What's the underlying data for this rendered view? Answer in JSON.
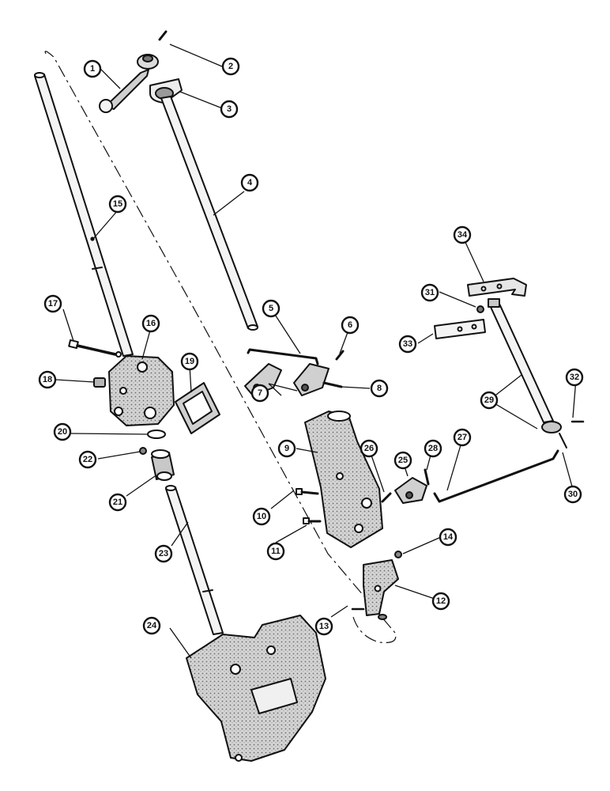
{
  "callouts": [
    {
      "id": "c1",
      "label": "1"
    },
    {
      "id": "c2",
      "label": "2"
    },
    {
      "id": "c3",
      "label": "3"
    },
    {
      "id": "c4",
      "label": "4"
    },
    {
      "id": "c5",
      "label": "5"
    },
    {
      "id": "c6",
      "label": "6"
    },
    {
      "id": "c7",
      "label": "7"
    },
    {
      "id": "c8",
      "label": "8"
    },
    {
      "id": "c9",
      "label": "9"
    },
    {
      "id": "c10",
      "label": "10"
    },
    {
      "id": "c11",
      "label": "11"
    },
    {
      "id": "c12",
      "label": "12"
    },
    {
      "id": "c13",
      "label": "13"
    },
    {
      "id": "c14",
      "label": "14"
    },
    {
      "id": "c15",
      "label": "15"
    },
    {
      "id": "c16",
      "label": "16"
    },
    {
      "id": "c17",
      "label": "17"
    },
    {
      "id": "c18",
      "label": "18"
    },
    {
      "id": "c19",
      "label": "19"
    },
    {
      "id": "c20",
      "label": "20"
    },
    {
      "id": "c21",
      "label": "21"
    },
    {
      "id": "c22",
      "label": "22"
    },
    {
      "id": "c23",
      "label": "23"
    },
    {
      "id": "c24",
      "label": "24"
    },
    {
      "id": "c25",
      "label": "25"
    },
    {
      "id": "c26",
      "label": "26"
    },
    {
      "id": "c27",
      "label": "27"
    },
    {
      "id": "c28",
      "label": "28"
    },
    {
      "id": "c29",
      "label": "29"
    },
    {
      "id": "c30",
      "label": "30"
    },
    {
      "id": "c31",
      "label": "31"
    },
    {
      "id": "c32",
      "label": "32"
    },
    {
      "id": "c33",
      "label": "33"
    },
    {
      "id": "c34",
      "label": "34"
    }
  ],
  "colors": {
    "ink": "#111111",
    "paper": "#ffffff",
    "shade": "#bdbdbd"
  }
}
